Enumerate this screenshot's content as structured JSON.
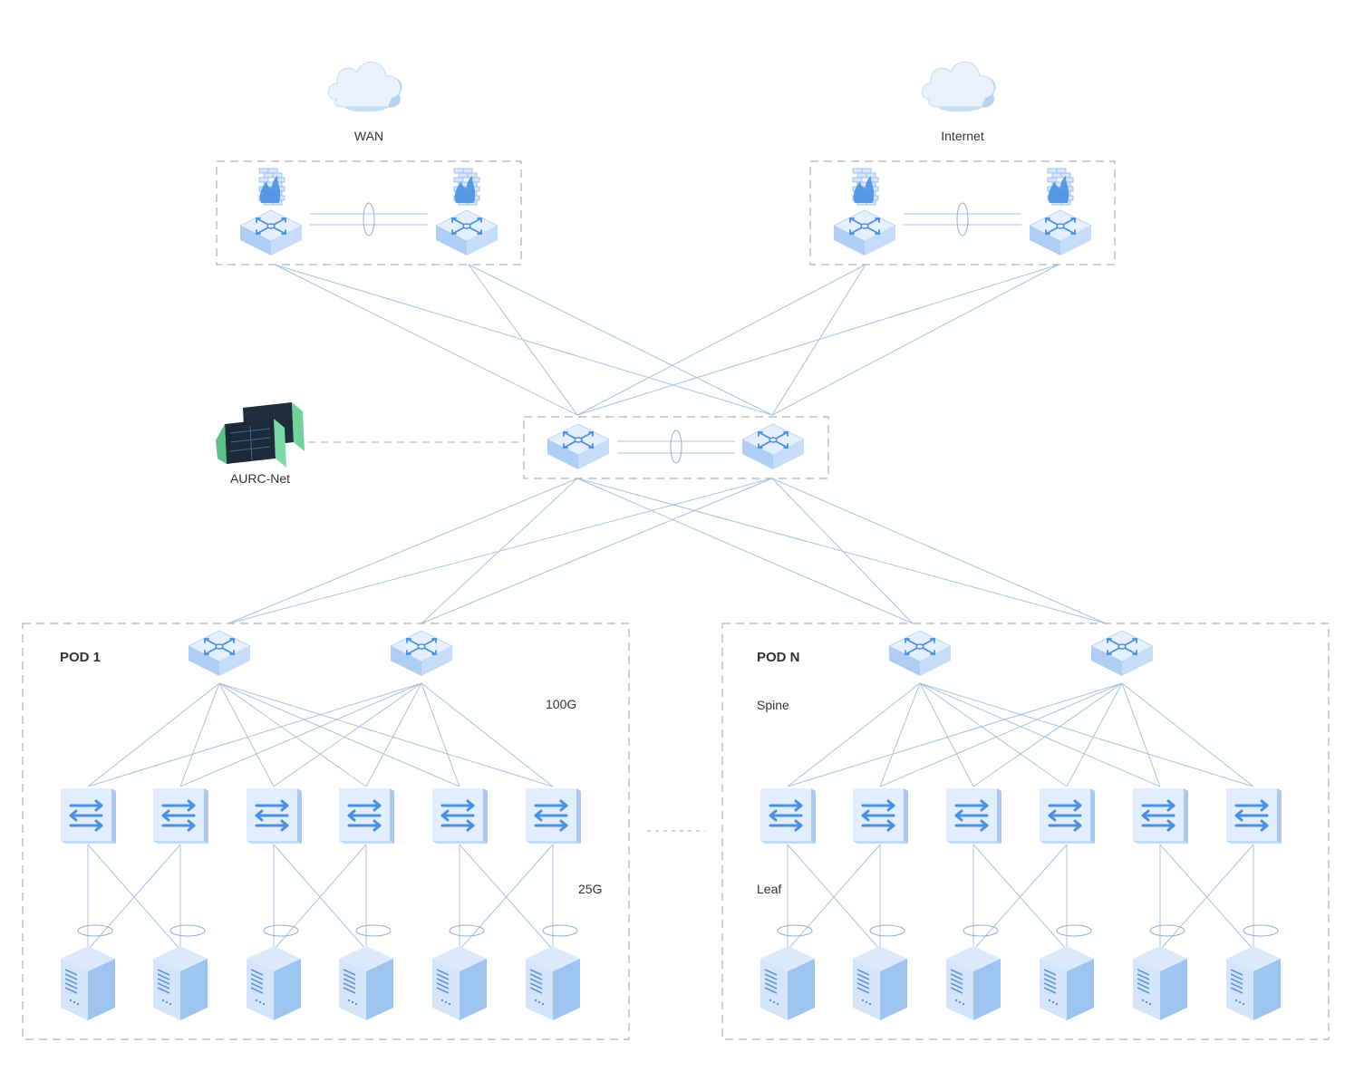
{
  "labels": {
    "wan": "WAN",
    "internet": "Internet",
    "controller": "AURC-Net",
    "pod1": "POD 1",
    "podN": "POD N",
    "speed_100g": "100G",
    "speed_25g": "25G",
    "spine": "Spine",
    "leaf": "Leaf"
  },
  "colors": {
    "link": "#a8c3dd",
    "device_top": "#e4efff",
    "device_left": "#aecdf4",
    "device_right": "#c6ddf9",
    "accent": "#4a90e2",
    "group_border": "#a9b2bd"
  },
  "icons": {
    "cloud": "cloud-icon",
    "firewall": "firewall-icon",
    "router": "router-icon",
    "switch": "switch-icon",
    "server": "server-icon",
    "controller": "controller-icon"
  }
}
